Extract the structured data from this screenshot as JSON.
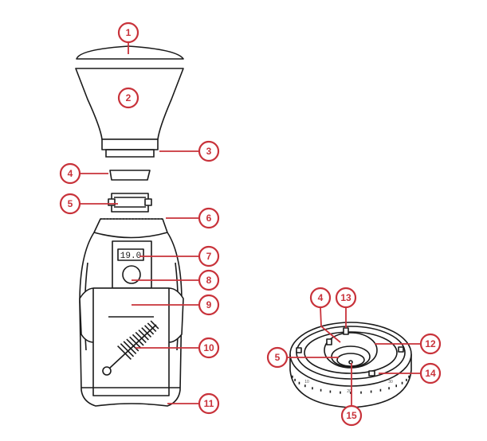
{
  "diagram": {
    "accent_color": "#c8323a",
    "display_value": "19.0",
    "dial_labels": [
      "10",
      "20",
      "30"
    ],
    "callouts_grinder": [
      "1",
      "2",
      "3",
      "4",
      "5",
      "6",
      "7",
      "8",
      "9",
      "10",
      "11"
    ],
    "callouts_burr": [
      "4",
      "13",
      "12",
      "5",
      "14",
      "15"
    ]
  }
}
